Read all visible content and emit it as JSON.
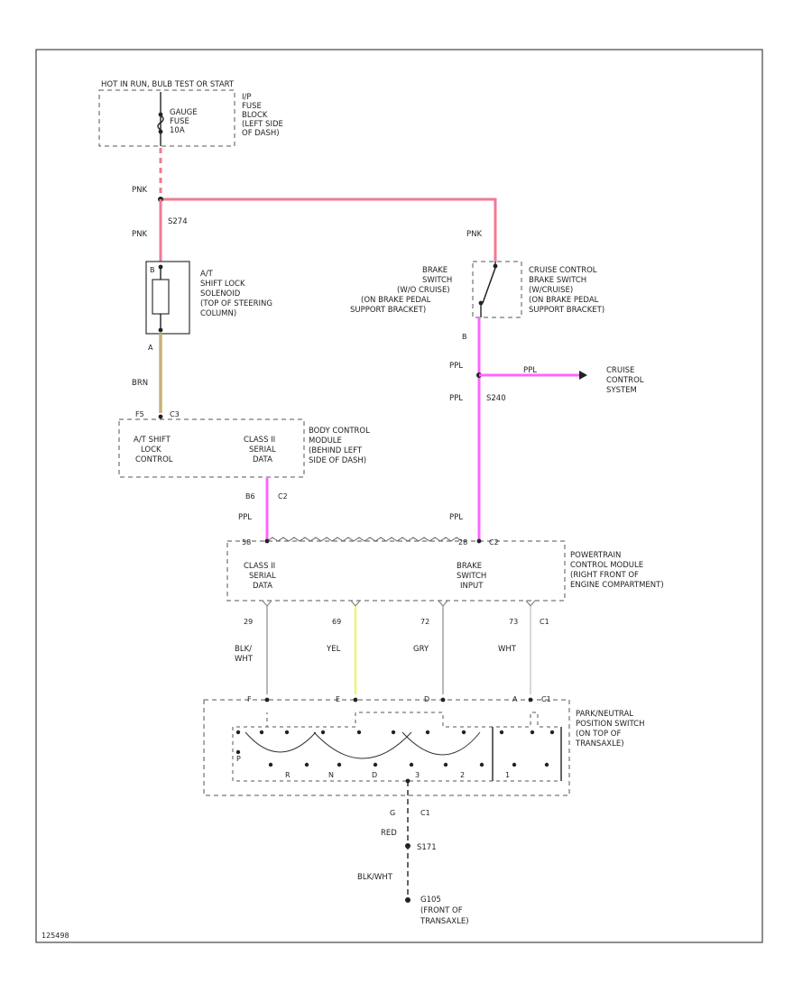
{
  "colors": {
    "pink": "#f07a92",
    "violet": "#ff66ff",
    "brown": "#c8b07a",
    "yellow": "#f2f27a",
    "gray": "#9a9a9a",
    "black": "#222222"
  },
  "fuse": {
    "header": "HOT IN RUN, BULB TEST OR START",
    "fuse_name": [
      "GAUGE",
      "FUSE",
      "10A"
    ],
    "location": [
      "I/P",
      "FUSE",
      "BLOCK",
      "(LEFT SIDE",
      "OF DASH)"
    ]
  },
  "wire_labels": {
    "pnk_top": "PNK",
    "pnk_left": "PNK",
    "pnk_right": "PNK",
    "brn": "BRN",
    "ppl_upper": "PPL",
    "ppl_branch": "PPL",
    "ppl_lower": "PPL",
    "ppl_bcm": "PPL",
    "ppl_pcm": "PPL",
    "blk_wht": [
      "BLK/",
      "WHT"
    ],
    "yel": "YEL",
    "gry": "GRY",
    "wht": "WHT",
    "red": "RED",
    "blk_wht_ground": "BLK/WHT"
  },
  "splices": {
    "s274": "S274",
    "s240": "S240",
    "s171": "S171"
  },
  "solenoid": {
    "label": [
      "A/T",
      "SHIFT LOCK",
      "SOLENOID",
      "(TOP OF STEERING",
      "COLUMN)"
    ],
    "pin_b": "B",
    "pin_a": "A"
  },
  "brake_switch": {
    "left_label": [
      "BRAKE",
      "SWITCH",
      "(W/O CRUISE)",
      "(ON BRAKE PEDAL",
      "SUPPORT BRACKET)"
    ],
    "right_label": [
      "CRUISE CONTROL",
      "BRAKE SWITCH",
      "(W/CRUISE)",
      "(ON BRAKE PEDAL",
      "SUPPORT BRACKET)"
    ],
    "pin_b": "B"
  },
  "cruise_system": [
    "CRUISE",
    "CONTROL",
    "SYSTEM"
  ],
  "bcm": {
    "pin_top": "F5",
    "conn_top": "C3",
    "left_label": [
      "A/T SHIFT",
      "LOCK",
      "CONTROL"
    ],
    "mid_label": [
      "CLASS II",
      "SERIAL",
      "DATA"
    ],
    "name": [
      "BODY CONTROL",
      "MODULE",
      "(BEHIND LEFT",
      "SIDE OF DASH)"
    ],
    "pin_bottom": "B6",
    "conn_bottom": "C2"
  },
  "pcm": {
    "pin_left": "58",
    "pin_right": "28",
    "conn_top": "C2",
    "left_label": [
      "CLASS II",
      "SERIAL",
      "DATA"
    ],
    "mid_label": [
      "BRAKE",
      "SWITCH",
      "INPUT"
    ],
    "name": [
      "POWERTRAIN",
      "CONTROL MODULE",
      "(RIGHT FRONT OF",
      "ENGINE COMPARTMENT)"
    ],
    "pins_bottom": [
      "29",
      "69",
      "72",
      "73"
    ],
    "conn_bottom": "C1"
  },
  "prnd": {
    "pins_top": [
      "F",
      "E",
      "D",
      "A"
    ],
    "conn_top": "C1",
    "name": [
      "PARK/NEUTRAL",
      "POSITION SWITCH",
      "(ON TOP OF",
      "TRANSAXLE)"
    ],
    "cell_labels": [
      "P",
      "R",
      "N",
      "D",
      "3",
      "2",
      "1"
    ],
    "pin_bottom": "G",
    "conn_bottom": "C1"
  },
  "ground": {
    "name": "G105",
    "location": [
      "(FRONT OF",
      "TRANSAXLE)"
    ]
  },
  "figure_id": "125498"
}
